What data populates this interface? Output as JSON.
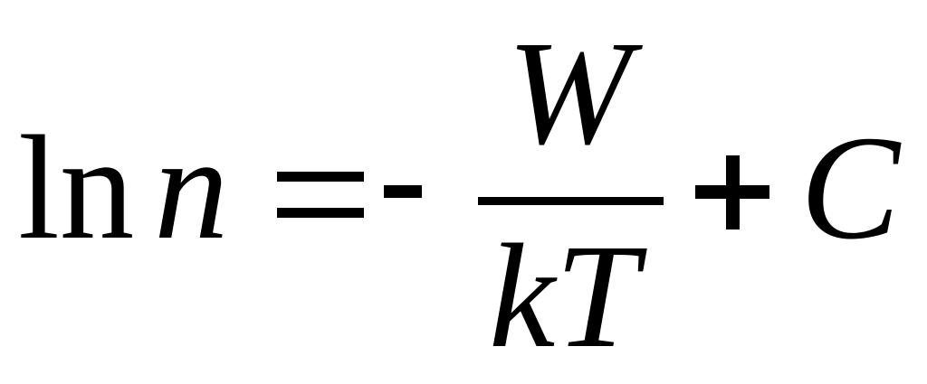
{
  "equation": {
    "lhs_function": "ln",
    "lhs_variable": "n",
    "equals": "=",
    "minus": "-",
    "numerator": "W",
    "denominator": "kT",
    "plus": "+",
    "constant": "C"
  }
}
